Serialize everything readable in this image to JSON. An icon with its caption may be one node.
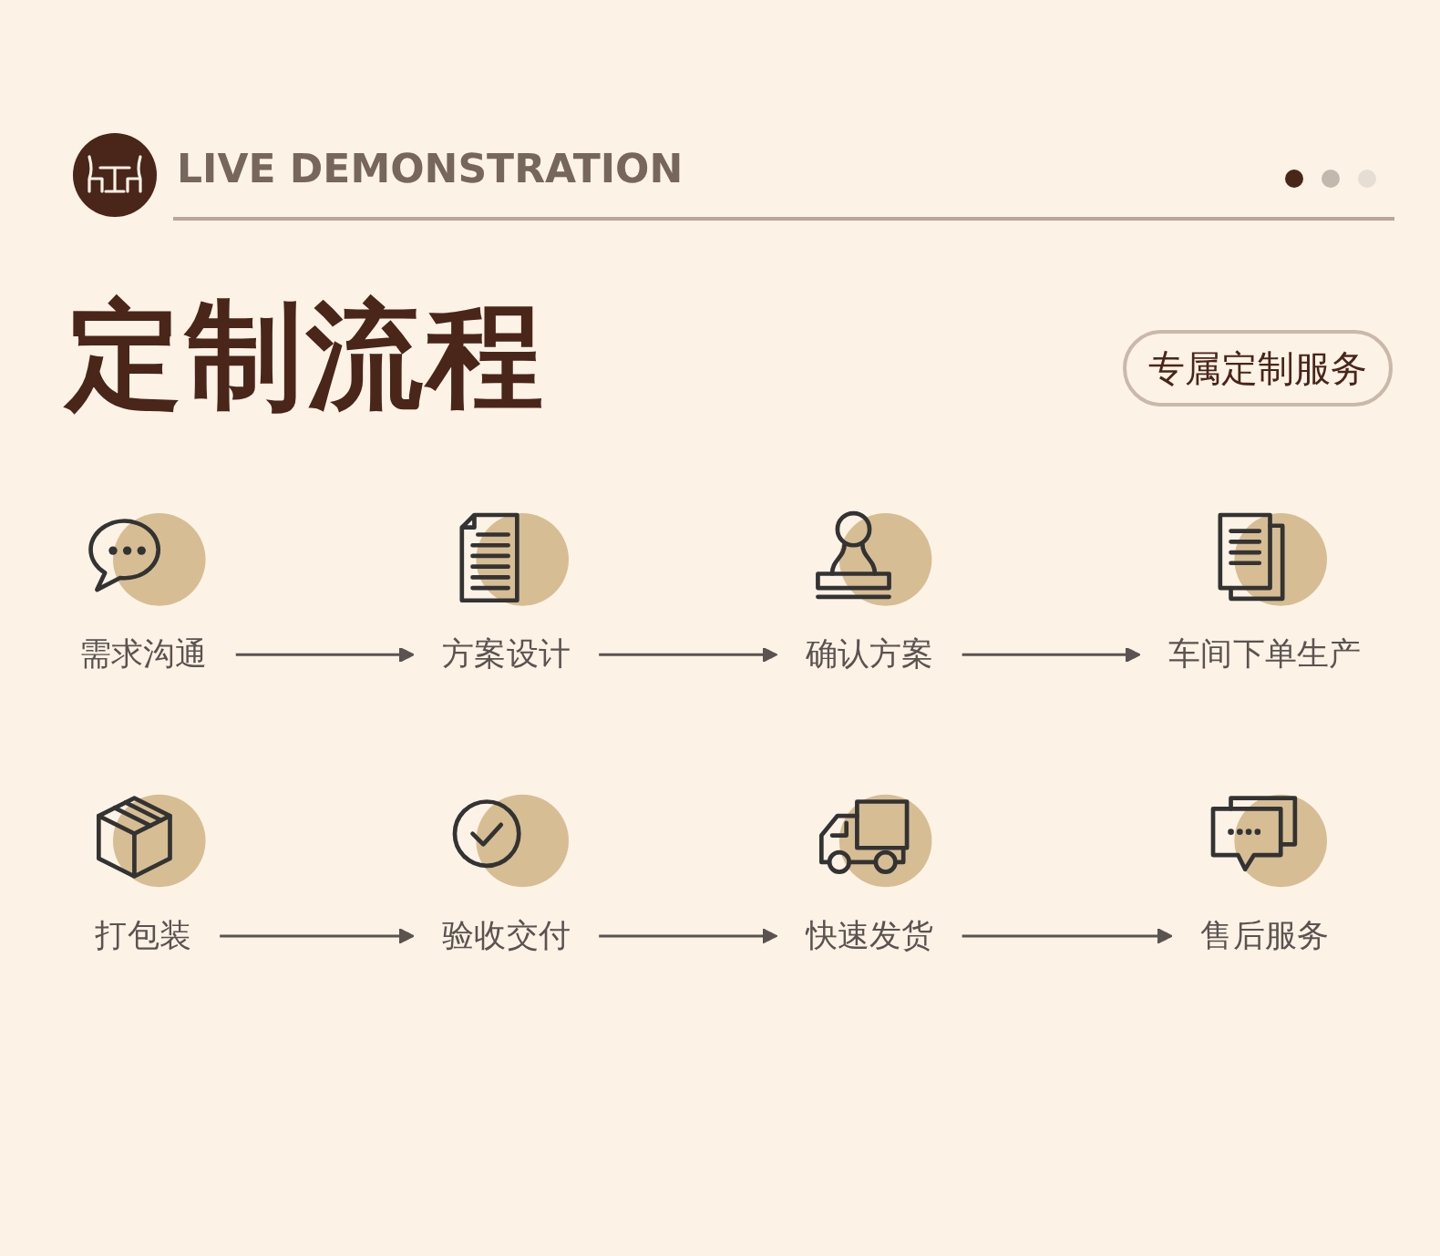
{
  "diagram": {
    "title": "定制流程",
    "nodes": [
      {
        "text": [
          "需求沟通"
        ]
      },
      {
        "text": [
          "方案设计"
        ]
      },
      {
        "text": [
          "确认方案"
        ]
      },
      {
        "text": [
          "车间下单生产"
        ]
      },
      {
        "text": [
          "售后服务"
        ]
      },
      {
        "text": [
          "快速发货"
        ]
      },
      {
        "text": [
          "验收交付"
        ]
      },
      {
        "text": [
          "打包装"
        ]
      }
    ],
    "edges": [
      {
        "from": 0,
        "to": 1,
        "arrow": "to"
      },
      {
        "from": 1,
        "to": 2,
        "arrow": "to"
      },
      {
        "from": 2,
        "to": 3,
        "arrow": "to"
      },
      {
        "from": 7,
        "to": 6,
        "arrow": "to"
      },
      {
        "from": 6,
        "to": 5,
        "arrow": "to"
      },
      {
        "from": 5,
        "to": 4,
        "arrow": "to"
      }
    ],
    "labels": [
      "LIVE DEMONSTRATION",
      "专属定制服务"
    ]
  }
}
